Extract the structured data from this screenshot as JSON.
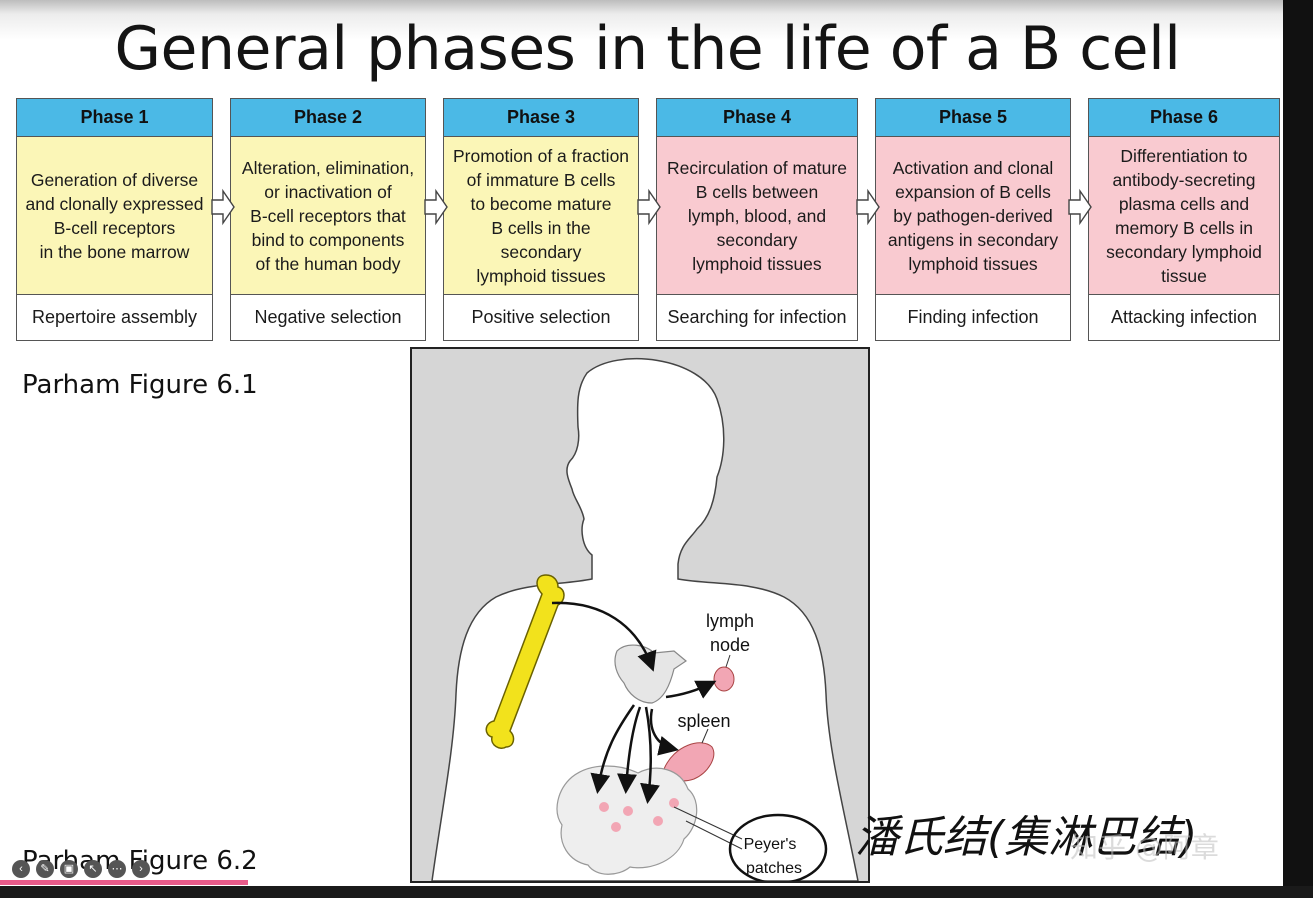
{
  "title": "General phases in the life of a B cell",
  "phases": [
    {
      "label": "Phase 1",
      "text": "Generation of diverse and clonally expressed B-cell receptors in the bone marrow",
      "lines": [
        "Generation of diverse",
        "and clonally expressed",
        "B-cell receptors",
        "in the bone marrow"
      ],
      "footer": "Repertoire assembly",
      "color": "#fbf6b7"
    },
    {
      "label": "Phase 2",
      "text": "Alteration, elimination, or inactivation of B-cell receptors that bind to components of the human body",
      "lines": [
        "Alteration, elimination,",
        "or inactivation of",
        "B-cell receptors that",
        "bind to components",
        "of the human body"
      ],
      "footer": "Negative selection",
      "color": "#fbf6b7"
    },
    {
      "label": "Phase 3",
      "text": "Promotion of a fraction of immature B cells to become mature B cells in the secondary lymphoid tissues",
      "lines": [
        "Promotion of a fraction",
        "of immature B cells",
        "to become mature",
        "B cells in the",
        "secondary",
        "lymphoid tissues"
      ],
      "footer": "Positive selection",
      "color": "#fbf6b7"
    },
    {
      "label": "Phase 4",
      "text": "Recirculation of mature B cells between lymph, blood, and secondary lymphoid tissues",
      "lines": [
        "Recirculation of mature",
        "B cells between",
        "lymph, blood, and",
        "secondary",
        "lymphoid tissues"
      ],
      "footer": "Searching for infection",
      "color": "#f9cad0"
    },
    {
      "label": "Phase 5",
      "text": "Activation and clonal expansion of B cells by pathogen-derived antigens in secondary lymphoid tissues",
      "lines": [
        "Activation and clonal",
        "expansion of B cells",
        "by pathogen-derived",
        "antigens in secondary",
        "lymphoid tissues"
      ],
      "footer": "Finding infection",
      "color": "#f9cad0"
    },
    {
      "label": "Phase 6",
      "text": "Differentiation to antibody-secreting plasma cells and memory B cells in secondary lymphoid tissue",
      "lines": [
        "Differentiation to",
        "antibody-secreting",
        "plasma cells and",
        "memory B cells in",
        "secondary lymphoid",
        "tissue"
      ],
      "footer": "Attacking infection",
      "color": "#f9cad0"
    }
  ],
  "figure_labels": {
    "fig1": "Parham Figure 6.1",
    "fig2": "Parham Figure 6.2",
    "lymph_node": [
      "lymph",
      "node"
    ],
    "spleen": "spleen",
    "peyers": [
      "Peyer's",
      "patches"
    ]
  },
  "handwriting": "潘氏结(集淋巴结)",
  "watermark": "知乎 @阿章",
  "colors": {
    "phase_header": "#4bb9e6",
    "bone": "#f2e21c",
    "organs": "#f2a6b4",
    "figure_bg": "#d6d6d6"
  }
}
